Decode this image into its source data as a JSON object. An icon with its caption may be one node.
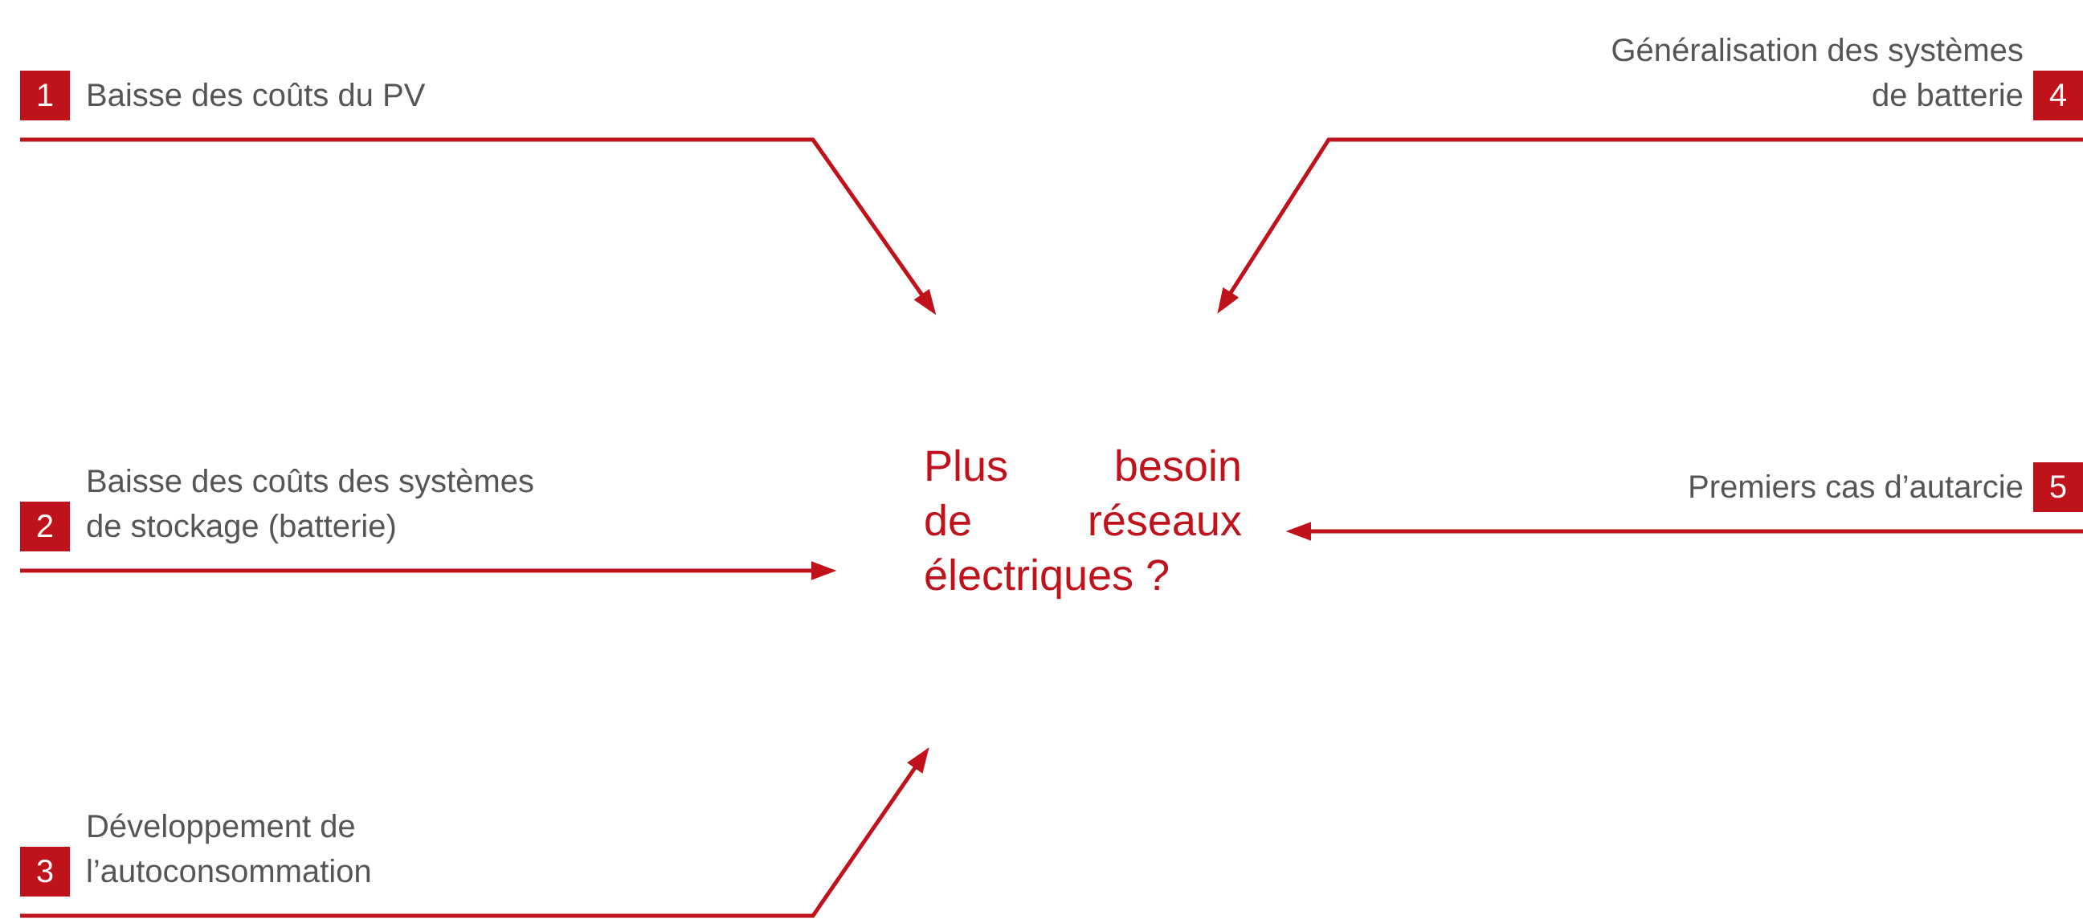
{
  "diagram": {
    "nodes": [
      {
        "text": [
          "1",
          "Baisse des coûts du PV"
        ]
      },
      {
        "text": [
          "2",
          "Baisse des coûts des systèmes de stockage (batterie)"
        ]
      },
      {
        "text": [
          "3",
          "Développement de l’autoconsommation"
        ]
      },
      {
        "text": [
          "Généralisation des systèmes de batterie",
          "4"
        ]
      },
      {
        "text": [
          "Premiers cas d’autarcie",
          "5"
        ]
      },
      {
        "text": [
          "Plus besoin de réseaux électriques ?"
        ]
      }
    ],
    "edges": [
      {
        "from": 0,
        "to": 5,
        "arrow": "to"
      },
      {
        "from": 1,
        "to": 5,
        "arrow": "to"
      },
      {
        "from": 2,
        "to": 5,
        "arrow": "to"
      },
      {
        "from": 3,
        "to": 5,
        "arrow": "to"
      },
      {
        "from": 4,
        "to": 5,
        "arrow": "to"
      }
    ]
  }
}
